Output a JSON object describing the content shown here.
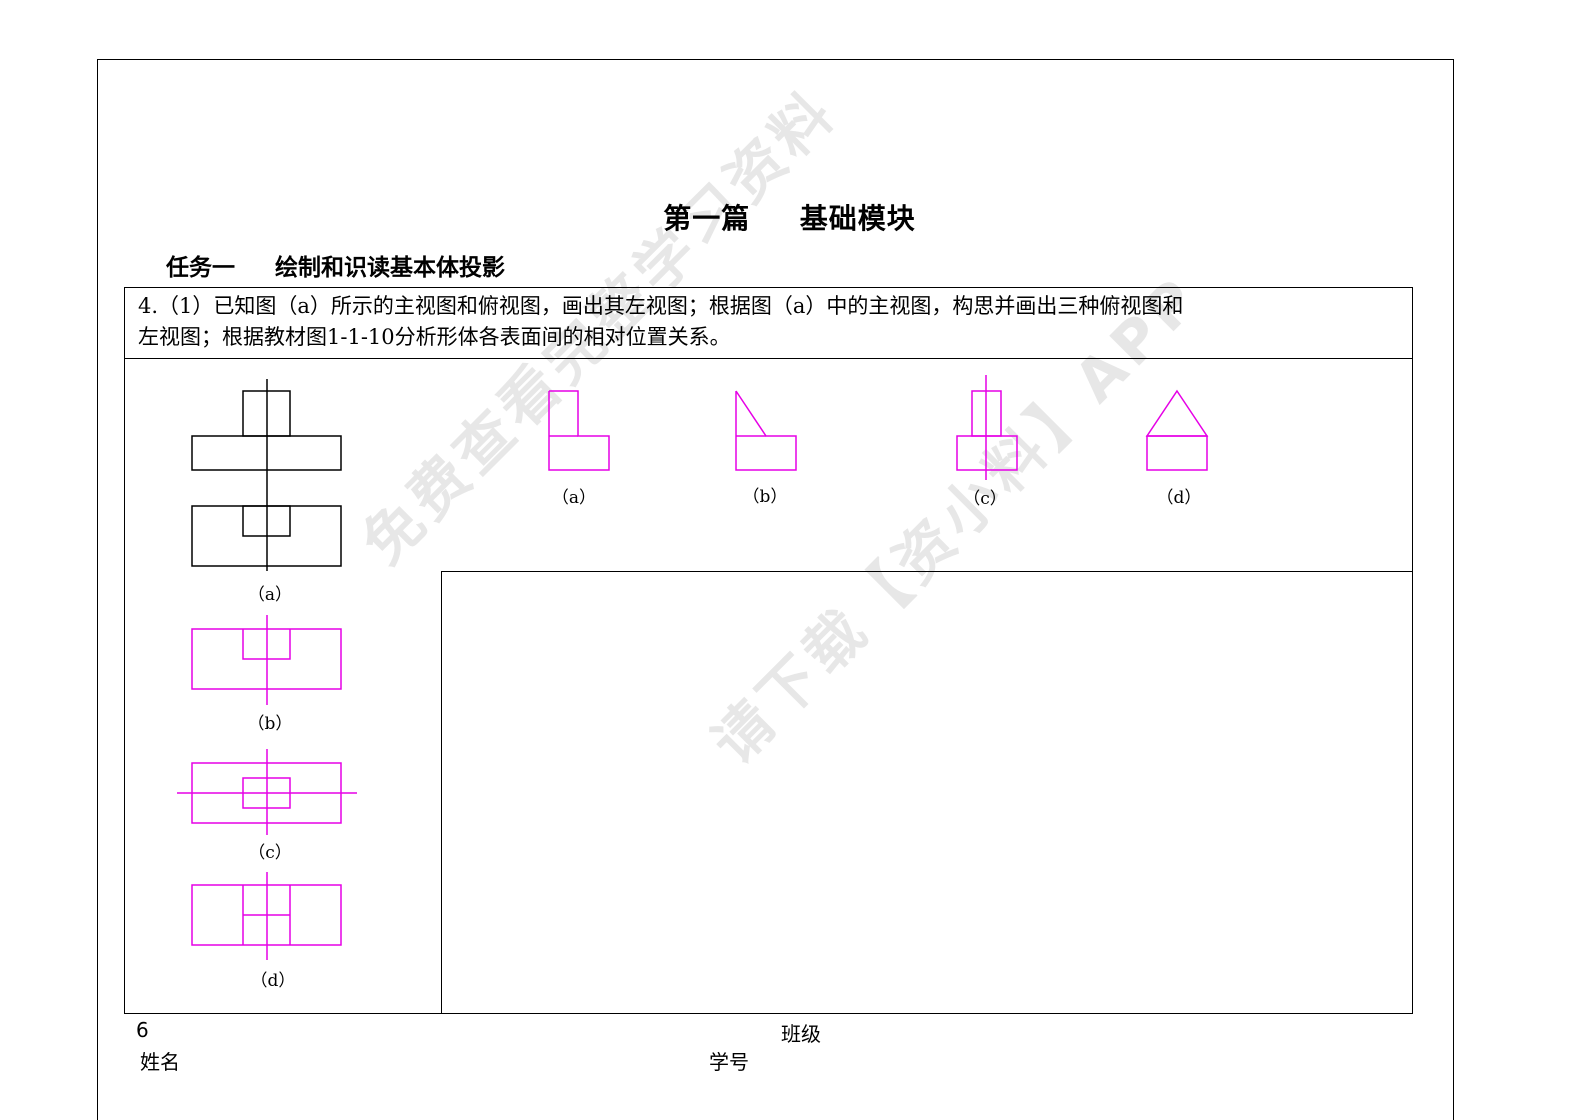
{
  "chapter": {
    "part1": "第一篇",
    "part2": "基础模块"
  },
  "task": {
    "label": "任务一",
    "title": "绘制和识读基本体投影"
  },
  "question": {
    "line1": "4.（1）已知图（a）所示的主视图和俯视图，画出其左视图；根据图（a）中的主视图，构思并画出三种俯视图和",
    "line2": "左视图；根据教材图1-1-10分析形体各表面间的相对位置关系。"
  },
  "left_labels": {
    "a": "（a）",
    "b": "（b）",
    "c": "（c）",
    "d": "（d）"
  },
  "top_labels": {
    "a": "（a）",
    "b": "（b）",
    "c": "（c）",
    "d": "（d）"
  },
  "footer": {
    "page_number": "6",
    "class_label": "班级",
    "name_label": "姓名",
    "student_id_label": "学号"
  },
  "watermark": {
    "line1": "免费查看完整学习资料",
    "line2": "请下载【资小料】APP"
  },
  "colors": {
    "ink": "#000000",
    "answer": "#e600e6"
  }
}
